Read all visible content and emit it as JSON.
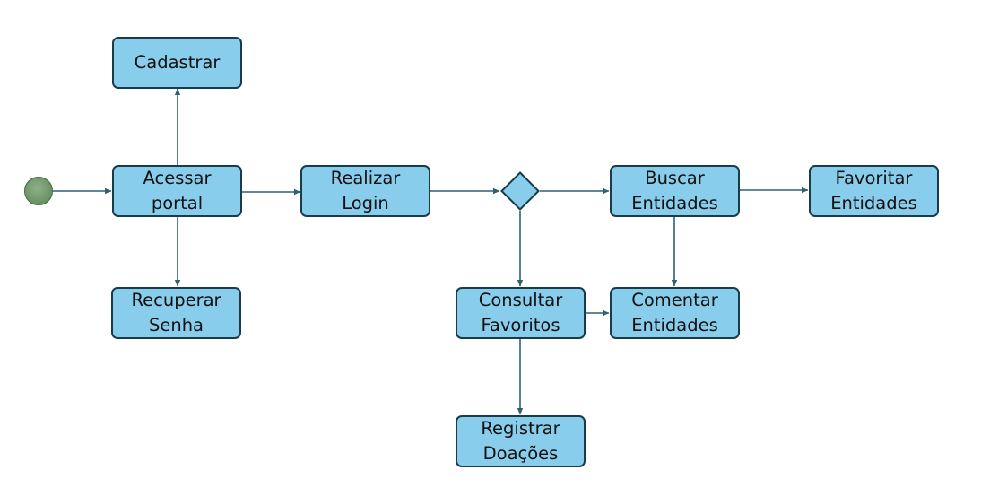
{
  "diagram": {
    "colors": {
      "node_fill": "#89cdec",
      "node_border": "#183c4a",
      "edge": "#2e6173",
      "start_fill": "#6e9668"
    },
    "nodes": {
      "cadastrar": "Cadastrar",
      "acessar_portal": "Acessar\nportal",
      "recuperar_senha": "Recuperar\nSenha",
      "realizar_login": "Realizar\nLogin",
      "buscar_entidades": "Buscar\nEntidades",
      "favoritar_entidades": "Favoritar\nEntidades",
      "consultar_favoritos": "Consultar\nFavoritos",
      "comentar_entidades": "Comentar\nEntidades",
      "registrar_doacoes": "Registrar\nDoações"
    },
    "edges": [
      [
        "start",
        "acessar_portal"
      ],
      [
        "acessar_portal",
        "cadastrar"
      ],
      [
        "acessar_portal",
        "recuperar_senha"
      ],
      [
        "acessar_portal",
        "realizar_login"
      ],
      [
        "realizar_login",
        "decision"
      ],
      [
        "decision",
        "buscar_entidades"
      ],
      [
        "decision",
        "consultar_favoritos"
      ],
      [
        "buscar_entidades",
        "favoritar_entidades"
      ],
      [
        "buscar_entidades",
        "comentar_entidades"
      ],
      [
        "consultar_favoritos",
        "comentar_entidades"
      ],
      [
        "consultar_favoritos",
        "registrar_doacoes"
      ]
    ]
  }
}
